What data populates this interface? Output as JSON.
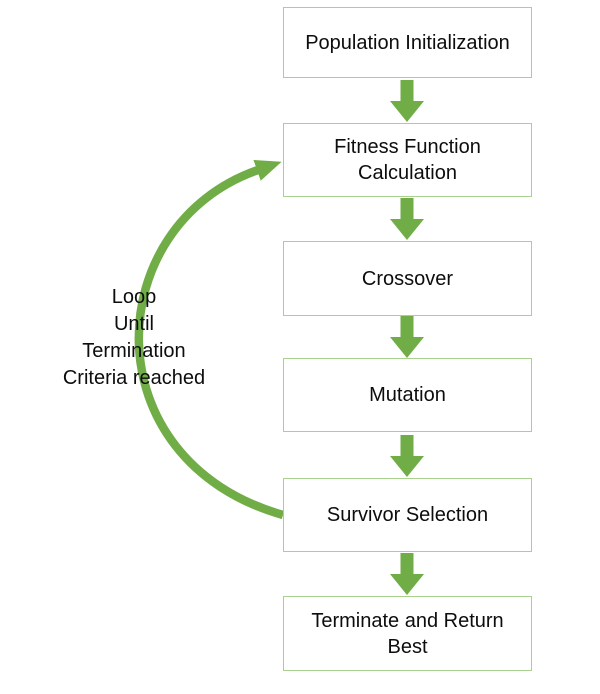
{
  "diagram": {
    "type": "flowchart",
    "boxes": [
      {
        "id": "population-initialization",
        "label": "Population Initialization"
      },
      {
        "id": "fitness-function-calculation",
        "label": "Fitness Function Calculation"
      },
      {
        "id": "crossover",
        "label": "Crossover"
      },
      {
        "id": "mutation",
        "label": "Mutation"
      },
      {
        "id": "survivor-selection",
        "label": "Survivor Selection"
      },
      {
        "id": "terminate-and-return-best",
        "label": "Terminate and Return Best"
      }
    ],
    "connectors": {
      "down_arrow_count": 5,
      "loop": {
        "from": "survivor-selection",
        "to": "fitness-function-calculation",
        "direction": "counter-clockwise-left"
      }
    },
    "loop_annotation": {
      "lines": [
        "Loop",
        "Until",
        "Termination",
        "Criteria reached"
      ]
    },
    "icons": {
      "flow_step": "down-block-arrow-icon",
      "loop": "curved-loop-arrow-icon"
    },
    "colors": {
      "arrow": "#70AD47",
      "box_border": "#A9D18E",
      "box_fill": "#FFFFFF",
      "text": "#0D0D0D",
      "background": "#FFFFFF"
    }
  }
}
